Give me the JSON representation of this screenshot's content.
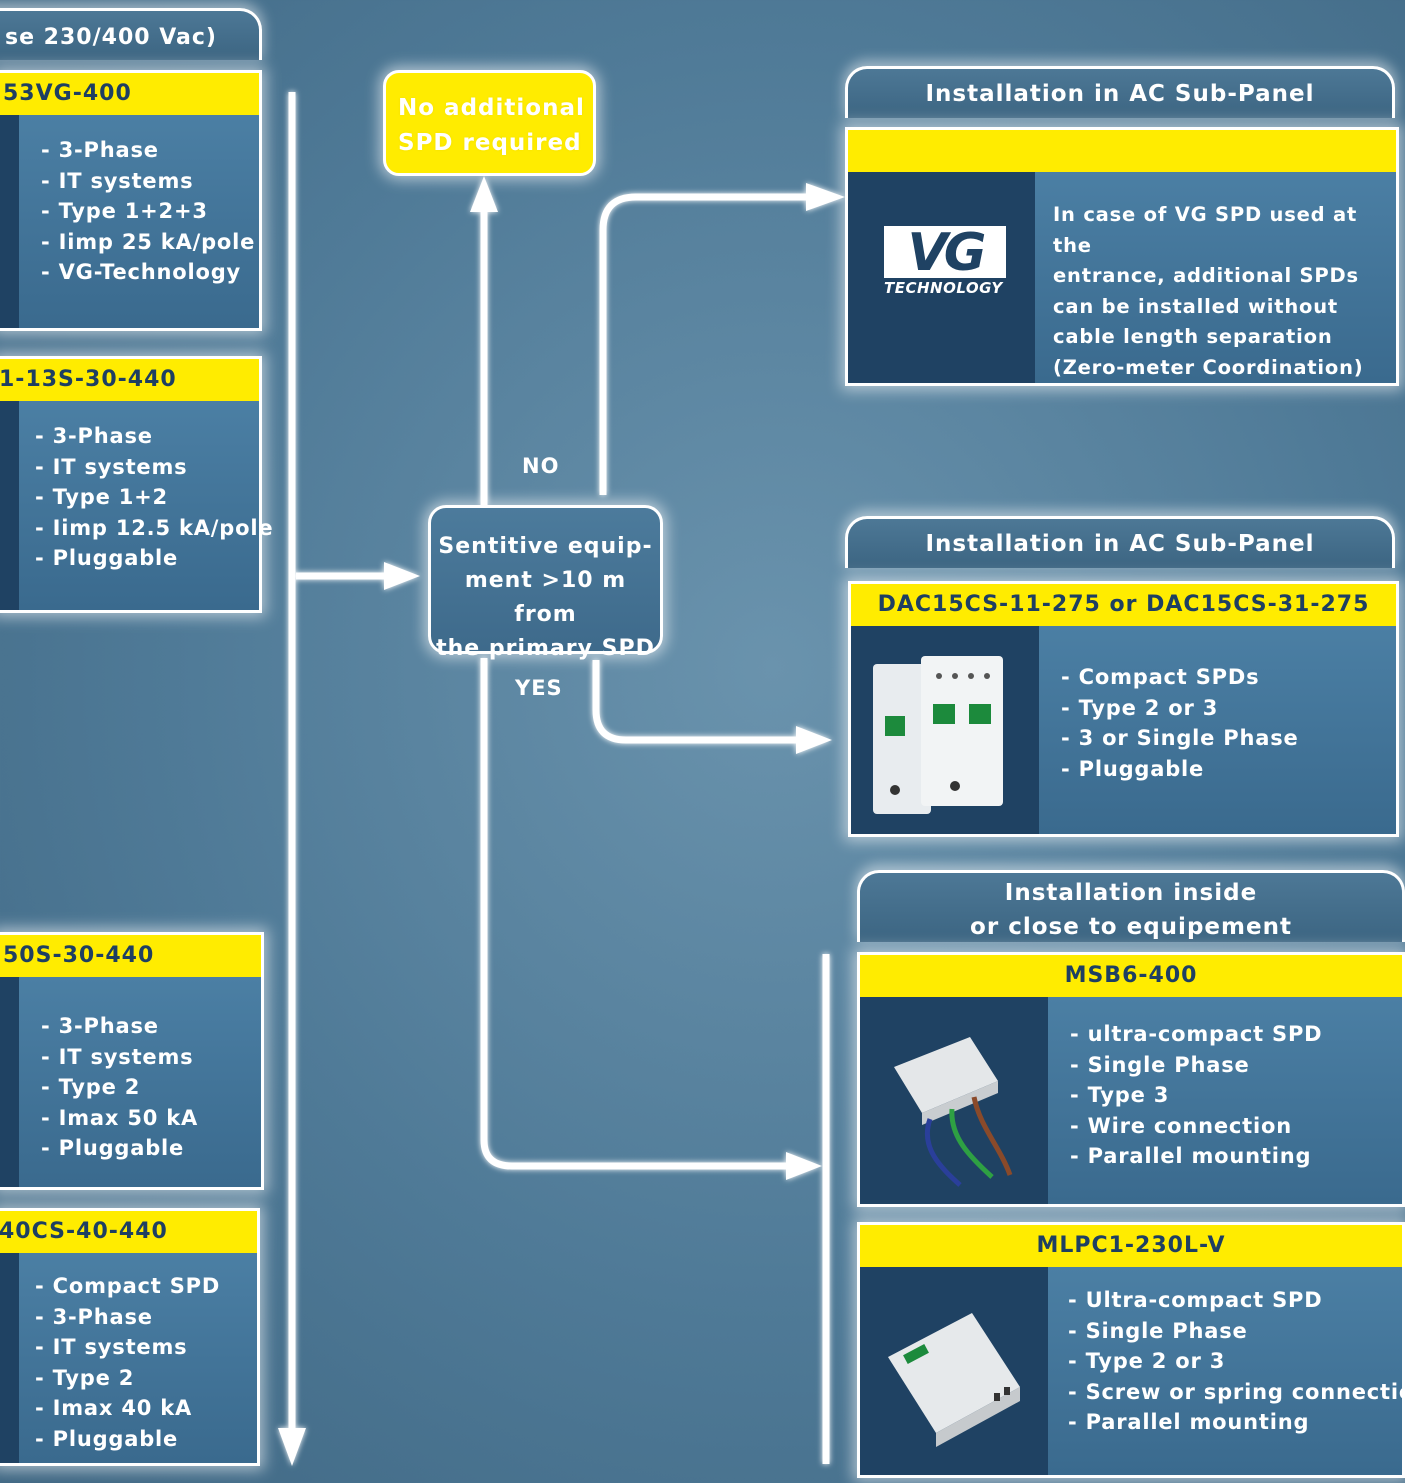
{
  "colors": {
    "accent_yellow": "#ffec00",
    "dark_navy": "#1e3f62",
    "background": "#547f9c"
  },
  "left": {
    "header": "se 230/400 Vac)",
    "cards": [
      {
        "title": "53VG-400",
        "features": [
          "- 3-Phase",
          "- IT systems",
          "- Type 1+2+3",
          "- Iimp 25 kA/pole",
          "- VG-Technology"
        ]
      },
      {
        "title": "1-13S-30-440",
        "features": [
          "- 3-Phase",
          "- IT systems",
          "- Type 1+2",
          "- Iimp 12.5 kA/pole",
          "- Pluggable"
        ]
      },
      {
        "title": "50S-30-440",
        "features": [
          "- 3-Phase",
          "- IT systems",
          "- Type 2",
          "- Imax 50 kA",
          "- Pluggable"
        ]
      },
      {
        "title": "40CS-40-440",
        "features": [
          "- Compact SPD",
          "- 3-Phase",
          "- IT systems",
          "- Type 2",
          "- Imax 40 kA",
          "- Pluggable"
        ]
      }
    ]
  },
  "decision": {
    "text": [
      "Sentitive equip-",
      "ment >10 m from",
      "the primary SPD"
    ],
    "no_label": "NO",
    "yes_label": "YES"
  },
  "no_spd": [
    "No additional",
    "SPD required"
  ],
  "right": {
    "panel1": {
      "header": "Installation in AC Sub-Panel",
      "logo_letters": "VG",
      "logo_sub": "TECHNOLOGY",
      "text": [
        "In case of VG SPD used at the",
        "entrance, additional SPDs",
        "can be installed without",
        "cable length separation",
        "(Zero-meter Coordination)"
      ]
    },
    "panel2": {
      "header": "Installation in AC Sub-Panel",
      "title": "DAC15CS-11-275 or DAC15CS-31-275",
      "features": [
        "- Compact SPDs",
        "- Type 2 or 3",
        "- 3 or Single Phase",
        "- Pluggable"
      ]
    },
    "panel3": {
      "header": [
        "Installation inside",
        "or close to equipement"
      ],
      "cards": [
        {
          "title": "MSB6-400",
          "features": [
            "- ultra-compact SPD",
            "- Single Phase",
            "- Type 3",
            "- Wire connection",
            "- Parallel mounting"
          ]
        },
        {
          "title": "MLPC1-230L-V",
          "features": [
            "- Ultra-compact SPD",
            "- Single Phase",
            "- Type 2 or 3",
            "- Screw or spring connection",
            "- Parallel mounting"
          ]
        }
      ]
    }
  }
}
